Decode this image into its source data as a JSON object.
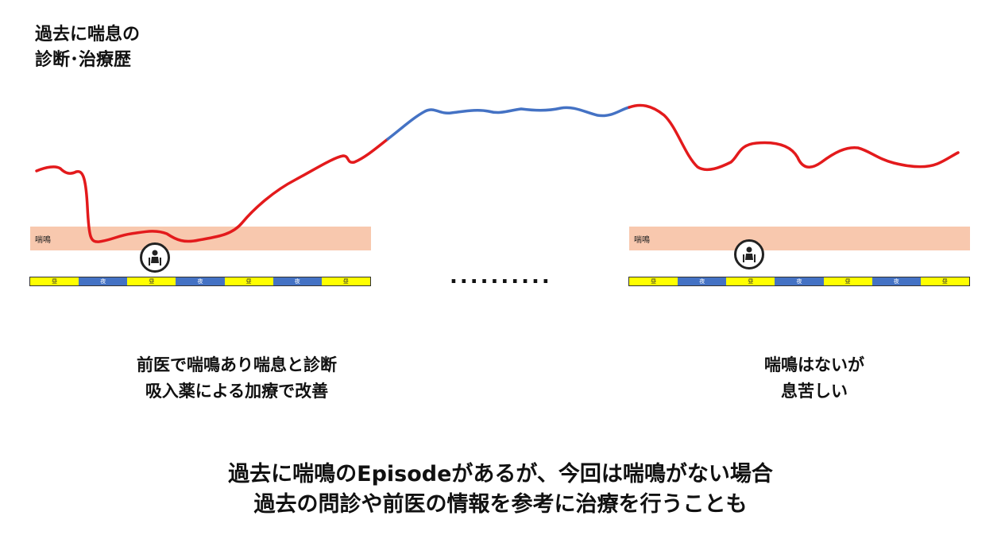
{
  "title": {
    "line1": "過去に喘息の",
    "line2": "診断･治療歴"
  },
  "left_panel": {
    "band_label": "喘鳴",
    "timeline": [
      "昼",
      "夜",
      "昼",
      "夜",
      "昼",
      "夜",
      "昼"
    ],
    "caption_line1": "前医で喘鳴あり喘息と診断",
    "caption_line2": "吸入薬による加療で改善"
  },
  "right_panel": {
    "band_label": "喘鳴",
    "timeline": [
      "昼",
      "夜",
      "昼",
      "夜",
      "昼",
      "夜",
      "昼"
    ],
    "caption_line1": "喘鳴はないが",
    "caption_line2": "息苦しい"
  },
  "ellipsis": "..........",
  "bottom_text": {
    "line1": "過去に喘鳴のEpisodeがあるが、今回は喘鳴がない場合",
    "line2": "過去の問診や前医の情報を参考に治療を行うことも"
  },
  "colors": {
    "symptom_curve": "#e31a1c",
    "gap_curve": "#4472c4",
    "wheeze_band": "#f8c8ae",
    "day": "#ffff00",
    "night": "#4472c4"
  },
  "icons": [
    "patient-icon",
    "patient-icon"
  ]
}
